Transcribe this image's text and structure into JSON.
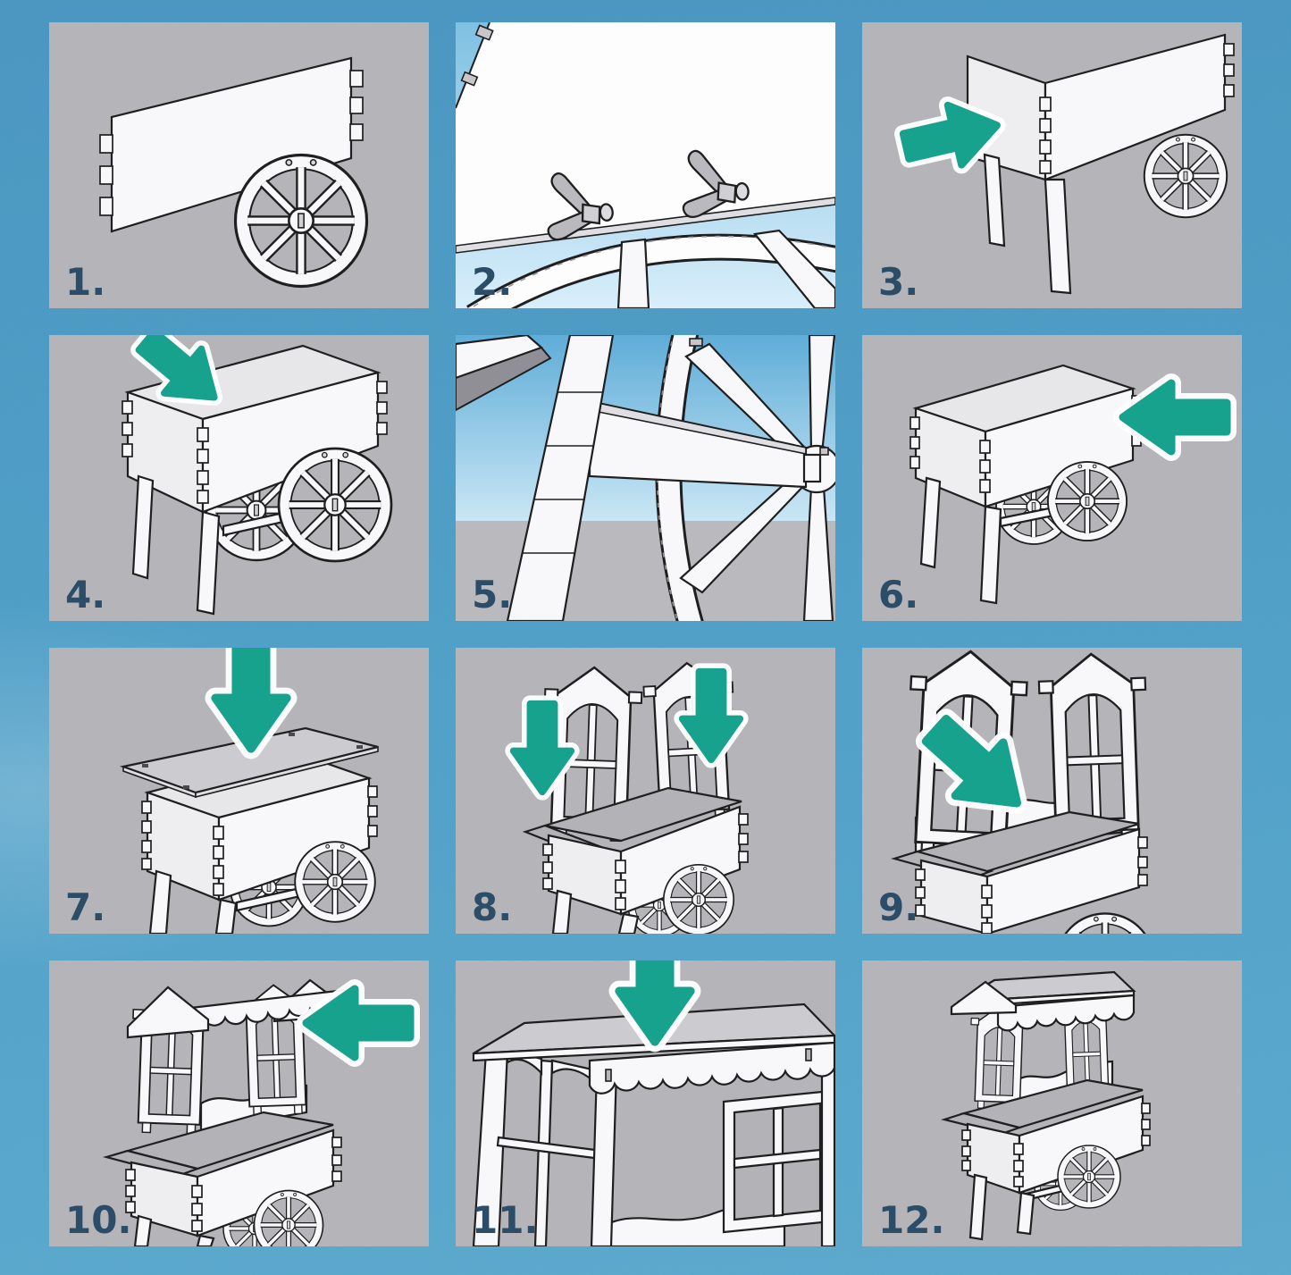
{
  "sheet": {
    "kind": "candy-cart-assembly-instructions",
    "panel_count": 12
  },
  "colors": {
    "background_blue_top": "#4694bf",
    "background_blue_bottom": "#58a7cc",
    "panel_gray": "#b4b4b9",
    "arrow_teal": "#17a28e",
    "arrow_glow": "#ffffff",
    "step_number": "#2b4d68",
    "part_white": "#f8f8fa",
    "part_outline": "#1f1f1f",
    "sky_blue": "#7fc0e2",
    "slab_gray": "#cbcbd0"
  },
  "steps": [
    {
      "label": "1.",
      "scene": "side-panel-and-wheel-parts",
      "arrows": []
    },
    {
      "label": "2.",
      "scene": "wing-nut-fastening-closeup",
      "arrows": []
    },
    {
      "label": "3.",
      "scene": "join-end-panel-to-side",
      "arrows": [
        "right"
      ]
    },
    {
      "label": "4.",
      "scene": "add-second-side-panel",
      "arrows": [
        "down-right"
      ]
    },
    {
      "label": "5.",
      "scene": "axle-through-wheel-hub-closeup",
      "arrows": []
    },
    {
      "label": "6.",
      "scene": "close-box-with-last-panel",
      "arrows": [
        "left"
      ]
    },
    {
      "label": "7.",
      "scene": "fit-counter-top-panel",
      "arrows": [
        "down"
      ]
    },
    {
      "label": "8.",
      "scene": "insert-window-frame-uprights",
      "arrows": [
        "down",
        "down"
      ]
    },
    {
      "label": "9.",
      "scene": "fit-wavy-back-panel",
      "arrows": [
        "down-right"
      ]
    },
    {
      "label": "10.",
      "scene": "attach-scalloped-valance",
      "arrows": [
        "left"
      ]
    },
    {
      "label": "11.",
      "scene": "place-roof-panel",
      "arrows": [
        "down"
      ]
    },
    {
      "label": "12.",
      "scene": "finished-cart",
      "arrows": []
    }
  ]
}
